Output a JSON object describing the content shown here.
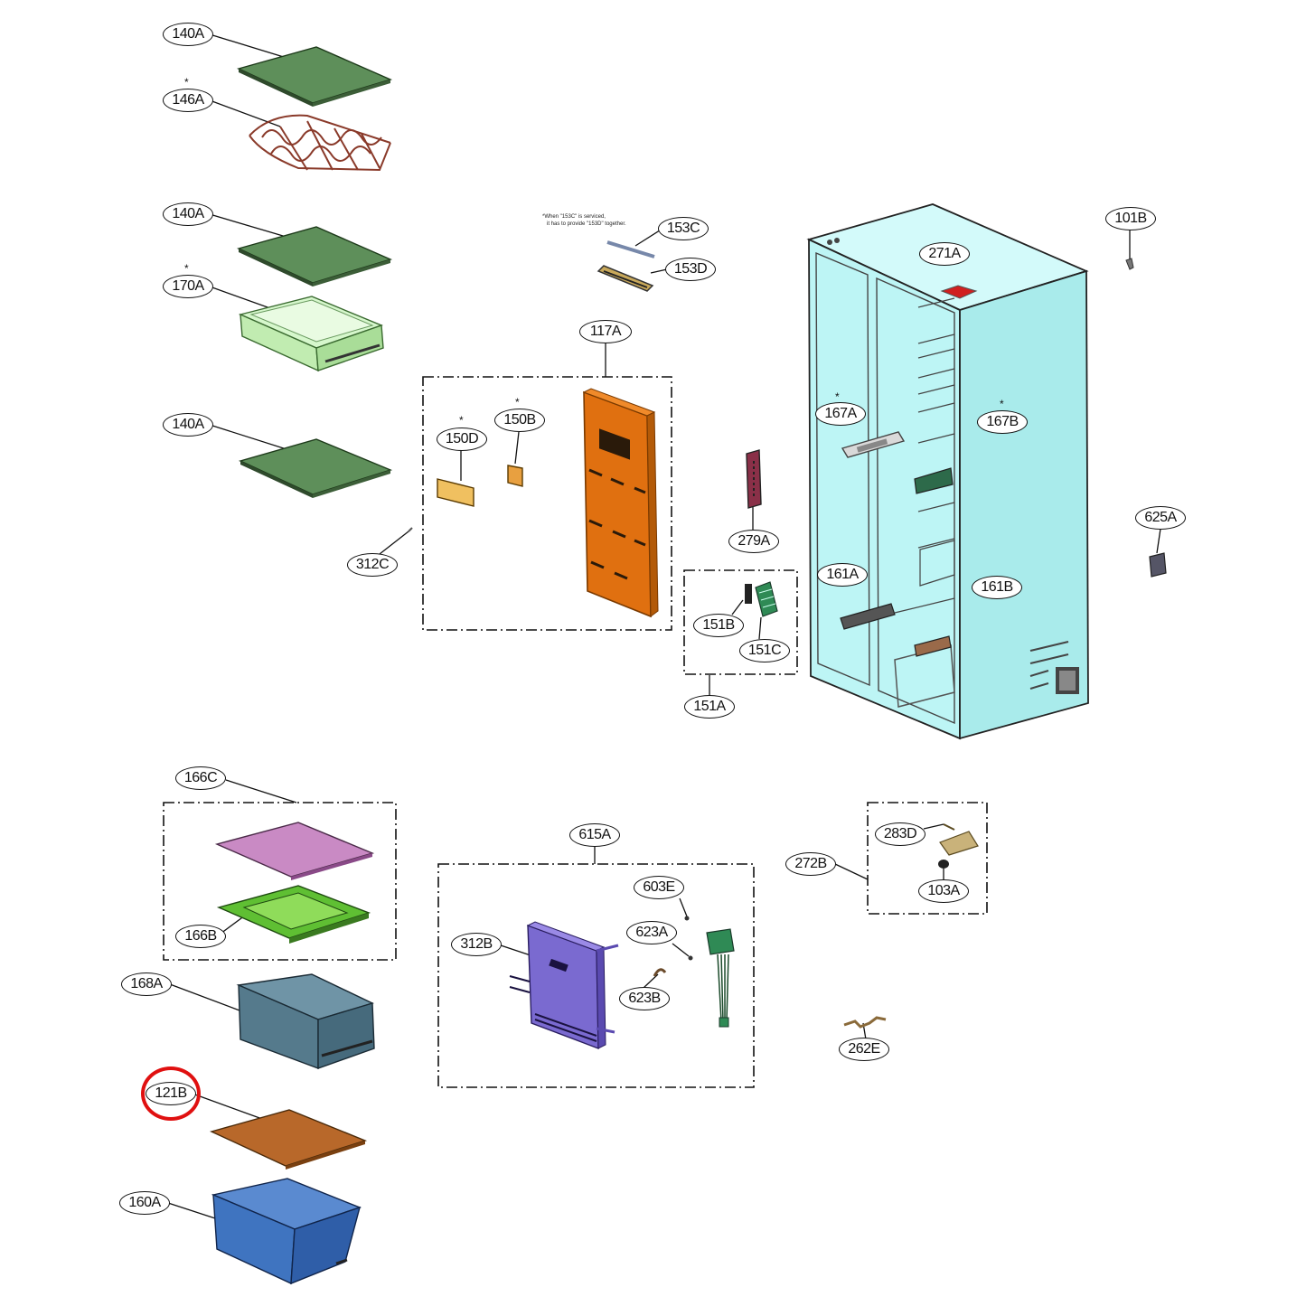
{
  "diagram": {
    "note": "*When \"153C\" is serviced,\n   it has to provide \"153D\" together.",
    "highlight_color": "#e01010",
    "callouts": {
      "c140a_1": "140A",
      "c146a": "146A",
      "c140a_2": "140A",
      "c170a": "170A",
      "c140a_3": "140A",
      "c153c": "153C",
      "c153d": "153D",
      "c117a": "117A",
      "c150b": "150B",
      "c150d": "150D",
      "c312c": "312C",
      "c279a": "279A",
      "c151b": "151B",
      "c151c": "151C",
      "c151a": "151A",
      "c101b": "101B",
      "c271a": "271A",
      "c167a": "167A",
      "c167b": "167B",
      "c625a": "625A",
      "c161a": "161A",
      "c161b": "161B",
      "c166c": "166C",
      "c166b": "166B",
      "c168a": "168A",
      "c121b": "121B",
      "c160a": "160A",
      "c615a": "615A",
      "c603e": "603E",
      "c623a": "623A",
      "c312b": "312B",
      "c623b": "623B",
      "c272b": "272B",
      "c283d": "283D",
      "c103a": "103A",
      "c262e": "262E"
    },
    "part_colors": {
      "shelf": "#5e8f5a",
      "wine_rack": "#8a3a2a",
      "crisper": "#c8f0b8",
      "evap_cover": "#e07010",
      "cabinet": "#bdf5f5",
      "lid_top": "#c98ac4",
      "lid_frame": "#5fbf33",
      "drawer_mid": "#557a8c",
      "drawer_cover": "#b8682a",
      "drawer_bottom": "#3f74c0",
      "control_cover": "#7a6ad0"
    }
  }
}
